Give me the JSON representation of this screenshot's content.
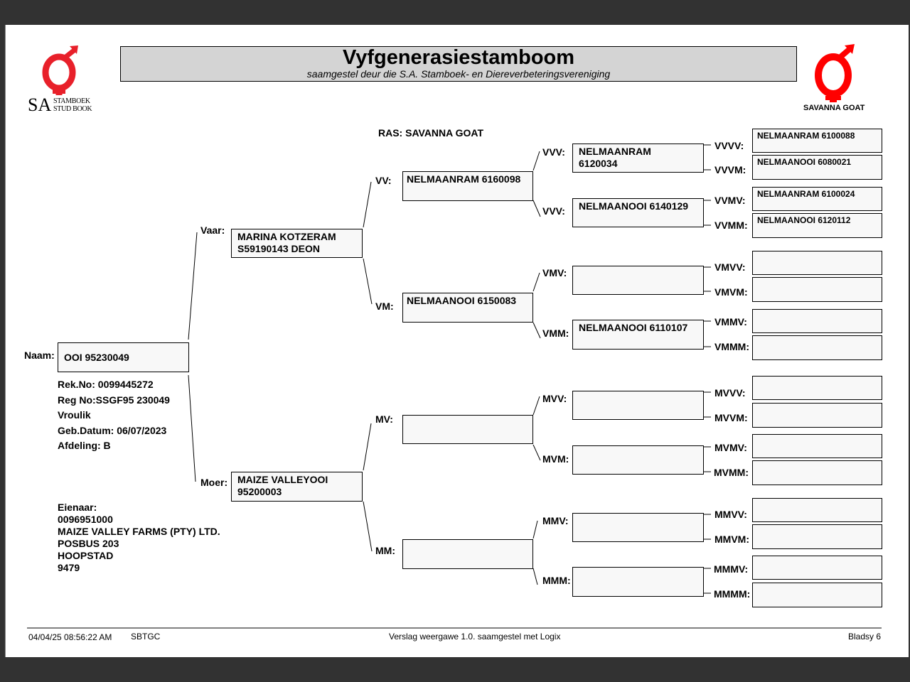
{
  "header": {
    "title": "Vyfgenerasiestamboom",
    "subtitle": "saamgestel deur die S.A. Stamboek- en Diereverbeteringsvereniging",
    "logo_left": {
      "initials": "SA",
      "line1": "STAMBOEK",
      "line2": "STUD BOOK",
      "icon": "female-male-symbol-icon"
    },
    "logo_right": {
      "caption": "SAVANNA GOAT",
      "icon": "female-male-symbol-icon"
    },
    "brand_color": "#e8202a"
  },
  "breed": "RAS: SAVANNA GOAT",
  "animal": {
    "name_label": "Naam:",
    "name": "OOI 95230049",
    "rek_no": "Rek.No: 0099445272",
    "reg_no": "Reg No:SSGF95  230049",
    "sex": "Vroulik",
    "birth_date": "Geb.Datum: 06/07/2023",
    "section": "Afdeling: B"
  },
  "owner": {
    "label": "Eienaar:",
    "number": "0096951000",
    "name": "MAIZE VALLEY FARMS (PTY) LTD.",
    "address1": "POSBUS 203",
    "address2": "HOOPSTAD",
    "postcode": "9479"
  },
  "pedigree": {
    "vaar": {
      "label": "Vaar:",
      "value": "MARINA KOTZERAM\nS59190143 DEON"
    },
    "moer": {
      "label": "Moer:",
      "value": "MAIZE VALLEYOOI\n95200003"
    },
    "vv": {
      "label": "VV:",
      "value": "NELMAANRAM 6160098"
    },
    "vm": {
      "label": "VM:",
      "value": "NELMAANOOI 6150083"
    },
    "mv": {
      "label": "MV:",
      "value": ""
    },
    "mm": {
      "label": "MM:",
      "value": ""
    },
    "vvv": {
      "label": "VVV:",
      "value": "NELMAANRAM\n6120034"
    },
    "vvm": {
      "label": "VVV:",
      "value": "NELMAANOOI 6140129"
    },
    "vmv": {
      "label": "VMV:",
      "value": ""
    },
    "vmm": {
      "label": "VMM:",
      "value": "NELMAANOOI 6110107"
    },
    "mvv": {
      "label": "MVV:",
      "value": ""
    },
    "mvm": {
      "label": "MVM:",
      "value": ""
    },
    "mmv": {
      "label": "MMV:",
      "value": ""
    },
    "mmm": {
      "label": "MMM:",
      "value": ""
    },
    "vvvv": {
      "label": "VVVV:",
      "value": "NELMAANRAM 6100088"
    },
    "vvvm": {
      "label": "VVVM:",
      "value": "NELMAANOOI 6080021"
    },
    "vvmv": {
      "label": "VVMV:",
      "value": "NELMAANRAM 6100024"
    },
    "vvmm": {
      "label": "VVMM:",
      "value": "NELMAANOOI 6120112"
    },
    "vmvv": {
      "label": "VMVV:",
      "value": ""
    },
    "vmvm": {
      "label": "VMVM:",
      "value": ""
    },
    "vmmv": {
      "label": "VMMV:",
      "value": ""
    },
    "vmmm": {
      "label": "VMMM:",
      "value": ""
    },
    "mvvv": {
      "label": "MVVV:",
      "value": ""
    },
    "mvvm": {
      "label": "MVVM:",
      "value": ""
    },
    "mvmv": {
      "label": "MVMV:",
      "value": ""
    },
    "mvmm": {
      "label": "MVMM:",
      "value": ""
    },
    "mmvv": {
      "label": "MMVV:",
      "value": ""
    },
    "mmvm": {
      "label": "MMVM:",
      "value": ""
    },
    "mmmv": {
      "label": "MMMV:",
      "value": ""
    },
    "mmmm": {
      "label": "MMMM:",
      "value": ""
    }
  },
  "footer": {
    "timestamp": "04/04/25 08:56:22 AM",
    "code": "SBTGC",
    "version": "Verslag weergawe 1.0. saamgestel met Logix",
    "page": "Bladsy 6"
  }
}
